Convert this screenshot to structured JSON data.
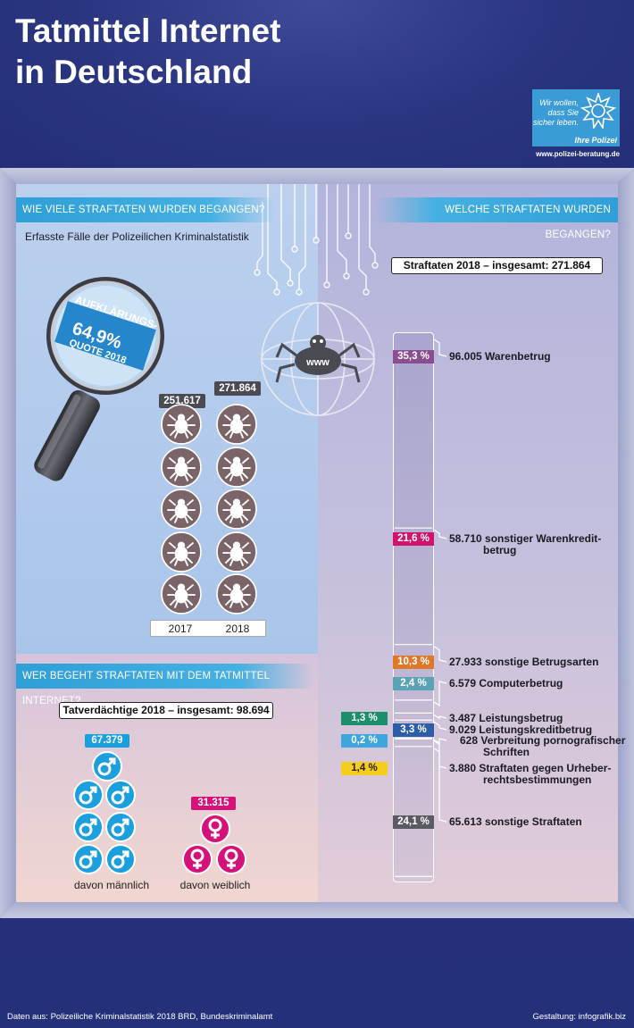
{
  "header": {
    "title_line1": "Tatmittel Internet",
    "title_line2": "in Deutschland",
    "logo_text_1": "Wir wollen,",
    "logo_text_2": "dass Sie",
    "logo_text_3": "sicher leben.",
    "logo_sub": "Ihre Polizei",
    "site": "www.polizei-beratung.de"
  },
  "left": {
    "banner": "WIE VIELE STRAFTATEN WURDEN BEGANGEN?",
    "subtitle": "Erfasste Fälle der Polizeilichen Kriminalstatistik",
    "magnifier_line1": "AUFKLÄRUNGS-",
    "magnifier_value": "64,9%",
    "magnifier_line2": "QUOTE 2018"
  },
  "right": {
    "banner": "WELCHE STRAFTATEN WURDEN BEGANGEN?",
    "total": "Straftaten 2018 – insgesamt: 271.864"
  },
  "suspects": {
    "banner": "WER BEGEHT STRAFTATEN MIT DEM TATMITTEL INTERNET?",
    "total": "Tatverdächtige 2018 – insgesamt: 98.694"
  },
  "footer": {
    "source": "Daten aus: Polizeiliche Kriminalstatistik 2018 BRD, Bundeskriminalamt",
    "credit": "Gestaltung: infografik.biz"
  },
  "colors": {
    "purple": "#8a4d91",
    "magenta": "#d2136c",
    "orange": "#e0782a",
    "teal": "#5aa3b4",
    "green": "#1c8e6b",
    "blue": "#2d5da6",
    "lightblue": "#3ea6dc",
    "yellow": "#f7cd1c",
    "gray": "#5a5a62",
    "male": "#1a9fdf",
    "female": "#d5127a"
  },
  "chart_data": [
    {
      "type": "bar",
      "categories": [
        "2017",
        "2018"
      ],
      "values": [
        251617,
        271864
      ],
      "value_labels": [
        "251.617",
        "271.864"
      ]
    },
    {
      "type": "bar",
      "title": "Straftaten 2018 – insgesamt: 271.864",
      "categories": [
        {
          "pct": "35,3 %",
          "count": "96.005",
          "name": "Warenbetrug",
          "color": "purple",
          "share": 35.3
        },
        {
          "pct": "21,6 %",
          "count": "58.710",
          "name": "sonstiger Warenkredit-",
          "name2": "betrug",
          "color": "magenta",
          "share": 21.6
        },
        {
          "pct": "10,3 %",
          "count": "27.933",
          "name": "sonstige Betrugsarten",
          "color": "orange",
          "share": 10.3
        },
        {
          "pct": "2,4 %",
          "count": "6.579",
          "name": "Computerbetrug",
          "color": "teal",
          "share": 2.4
        },
        {
          "pct": "1,3 %",
          "count": "3.487",
          "name": "Leistungsbetrug",
          "color": "green",
          "share": 1.3
        },
        {
          "pct": "3,3 %",
          "count": "9.029",
          "name": "Leistungskreditbetrug",
          "color": "blue",
          "share": 3.3
        },
        {
          "pct": "0,2 %",
          "count": "628",
          "name": "Verbreitung pornografischer",
          "name2": "Schriften",
          "color": "lightblue",
          "share": 0.2
        },
        {
          "pct": "1,4 %",
          "count": "3.880",
          "name": "Straftaten gegen Urheber-",
          "name2": "rechtsbestimmungen",
          "color": "yellow",
          "share": 1.4
        },
        {
          "pct": "24,1 %",
          "count": "65.613",
          "name": "sonstige Straftaten",
          "color": "gray",
          "share": 24.1
        }
      ]
    },
    {
      "type": "bar",
      "title": "Tatverdächtige 2018 – insgesamt: 98.694",
      "categories": [
        "davon männlich",
        "davon weiblich"
      ],
      "values": [
        67379,
        31315
      ],
      "value_labels": [
        "67.379",
        "31.315"
      ]
    }
  ]
}
